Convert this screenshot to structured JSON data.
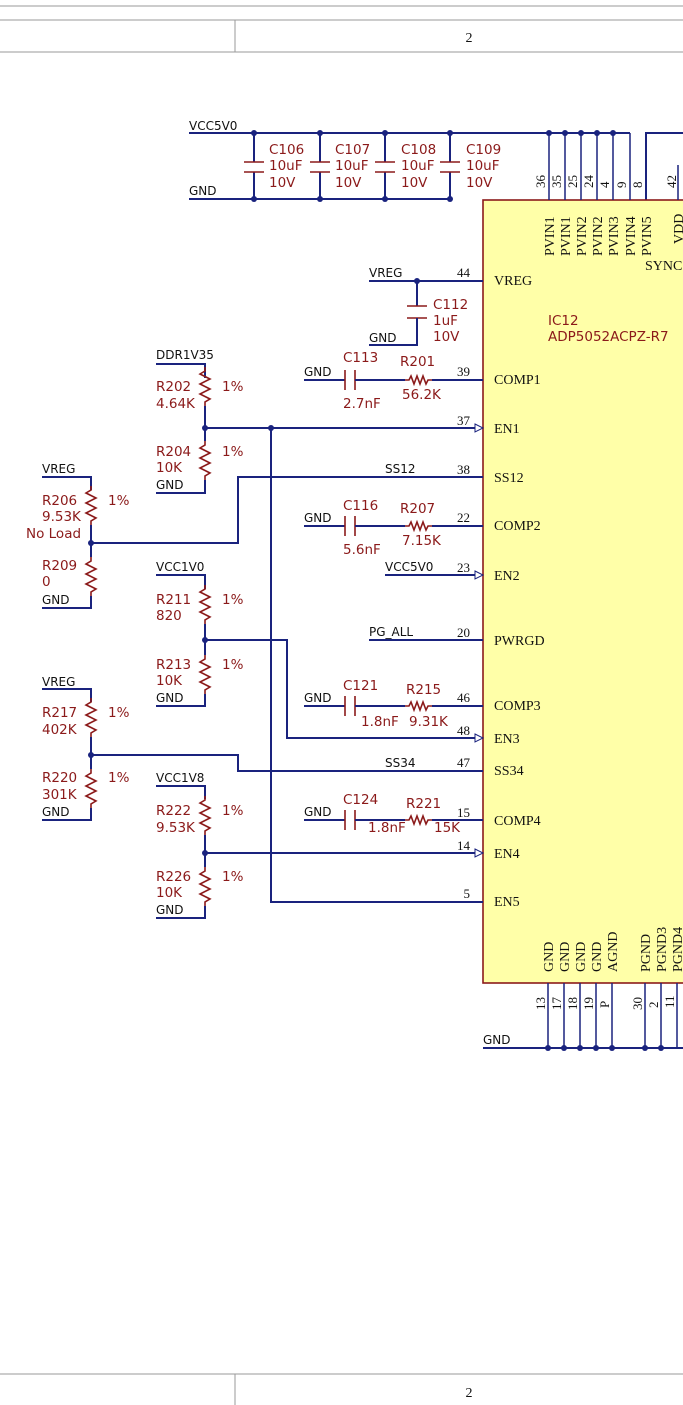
{
  "frame": {
    "zone_label": "2"
  },
  "ic": {
    "ref": "IC12",
    "part": "ADP5052ACPZ-R7",
    "left_pins": [
      {
        "num": "44",
        "name": "VREG"
      },
      {
        "num": "39",
        "name": "COMP1"
      },
      {
        "num": "37",
        "name": "EN1"
      },
      {
        "num": "38",
        "name": "SS12"
      },
      {
        "num": "22",
        "name": "COMP2"
      },
      {
        "num": "23",
        "name": "EN2"
      },
      {
        "num": "20",
        "name": "PWRGD"
      },
      {
        "num": "46",
        "name": "COMP3"
      },
      {
        "num": "48",
        "name": "EN3"
      },
      {
        "num": "47",
        "name": "SS34"
      },
      {
        "num": "15",
        "name": "COMP4"
      },
      {
        "num": "14",
        "name": "EN4"
      },
      {
        "num": "5",
        "name": "EN5"
      }
    ],
    "top_pins": [
      {
        "num": "36",
        "name": "PVIN1"
      },
      {
        "num": "35",
        "name": "PVIN1"
      },
      {
        "num": "25",
        "name": "PVIN2"
      },
      {
        "num": "24",
        "name": "PVIN2"
      },
      {
        "num": "4",
        "name": "PVIN3"
      },
      {
        "num": "9",
        "name": "PVIN4"
      },
      {
        "num": "8",
        "name": "PVIN5"
      },
      {
        "num": "42",
        "name": "VDD"
      }
    ],
    "top_extra": "SYNC",
    "bottom_pins": [
      {
        "num": "13",
        "name": "GND"
      },
      {
        "num": "17",
        "name": "GND"
      },
      {
        "num": "18",
        "name": "GND"
      },
      {
        "num": "19",
        "name": "GND"
      },
      {
        "num": "P",
        "name": "AGND"
      },
      {
        "num": "30",
        "name": "PGND"
      },
      {
        "num": "2",
        "name": "PGND3"
      },
      {
        "num": "11",
        "name": "PGND4"
      }
    ]
  },
  "nets": {
    "vcc5v0": "VCC5V0",
    "gnd": "GND",
    "vreg": "VREG",
    "ddr1v35": "DDR1V35",
    "ss12": "SS12",
    "vcc1v0": "VCC1V0",
    "pg_all": "PG_ALL",
    "ss34": "SS34",
    "vcc1v8": "VCC1V8"
  },
  "input_caps": [
    {
      "ref": "C106",
      "value": "10uF",
      "voltage": "10V"
    },
    {
      "ref": "C107",
      "value": "10uF",
      "voltage": "10V"
    },
    {
      "ref": "C108",
      "value": "10uF",
      "voltage": "10V"
    },
    {
      "ref": "C109",
      "value": "10uF",
      "voltage": "10V"
    }
  ],
  "parts": {
    "c112": {
      "ref": "C112",
      "value": "1uF",
      "voltage": "10V"
    },
    "c113": {
      "ref": "C113",
      "value": "2.7nF"
    },
    "r201": {
      "ref": "R201",
      "value": "56.2K"
    },
    "r202": {
      "ref": "R202",
      "value": "4.64K",
      "tol": "1%"
    },
    "r204": {
      "ref": "R204",
      "value": "10K",
      "tol": "1%"
    },
    "r206": {
      "ref": "R206",
      "value": "9.53K",
      "note": "No Load",
      "tol": "1%"
    },
    "r209": {
      "ref": "R209",
      "value": "0"
    },
    "c116": {
      "ref": "C116",
      "value": "5.6nF"
    },
    "r207": {
      "ref": "R207",
      "value": "7.15K"
    },
    "r211": {
      "ref": "R211",
      "value": "820",
      "tol": "1%"
    },
    "r213": {
      "ref": "R213",
      "value": "10K",
      "tol": "1%"
    },
    "c121": {
      "ref": "C121",
      "value": "1.8nF"
    },
    "r215": {
      "ref": "R215",
      "value": "9.31K"
    },
    "r217": {
      "ref": "R217",
      "value": "402K",
      "tol": "1%"
    },
    "r220": {
      "ref": "R220",
      "value": "301K",
      "tol": "1%"
    },
    "c124": {
      "ref": "C124",
      "value": "1.8nF"
    },
    "r221": {
      "ref": "R221",
      "value": "15K"
    },
    "r222": {
      "ref": "R222",
      "value": "9.53K",
      "tol": "1%"
    },
    "r226": {
      "ref": "R226",
      "value": "10K",
      "tol": "1%"
    }
  }
}
